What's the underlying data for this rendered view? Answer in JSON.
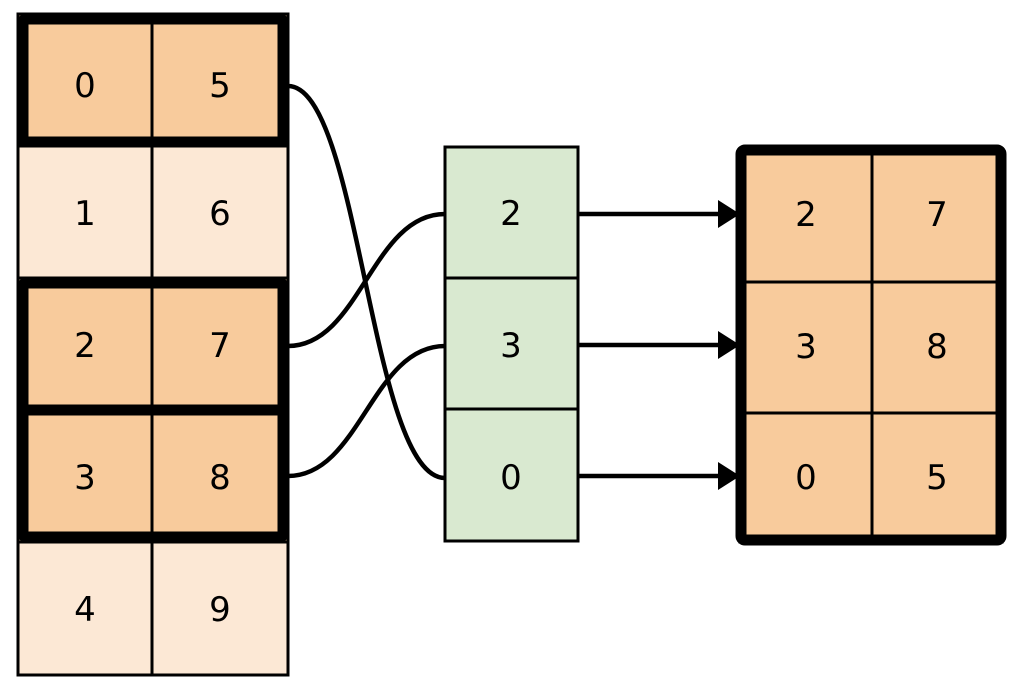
{
  "diagram": {
    "title": "gather-rows-by-index",
    "colors": {
      "highlight_fill": "#f8cb9c",
      "normal_fill": "#fce8d5",
      "index_fill": "#d9e9d0",
      "stroke": "#000000",
      "background": "#ffffff"
    },
    "source_table": {
      "name": "source-table",
      "rows": [
        {
          "index": 0,
          "cells": [
            "0",
            "5"
          ],
          "highlighted": true
        },
        {
          "index": 1,
          "cells": [
            "1",
            "6"
          ],
          "highlighted": false
        },
        {
          "index": 2,
          "cells": [
            "2",
            "7"
          ],
          "highlighted": true
        },
        {
          "index": 3,
          "cells": [
            "3",
            "8"
          ],
          "highlighted": true
        },
        {
          "index": 4,
          "cells": [
            "4",
            "9"
          ],
          "highlighted": false
        }
      ]
    },
    "index_column": {
      "name": "index-column",
      "values": [
        "2",
        "3",
        "0"
      ]
    },
    "result_table": {
      "name": "result-table",
      "rows": [
        {
          "cells": [
            "2",
            "7"
          ]
        },
        {
          "cells": [
            "3",
            "8"
          ]
        },
        {
          "cells": [
            "0",
            "5"
          ]
        }
      ]
    },
    "connections": [
      {
        "from_row": 0,
        "to_index_slot": 2
      },
      {
        "from_row": 2,
        "to_index_slot": 0
      },
      {
        "from_row": 3,
        "to_index_slot": 1
      }
    ],
    "arrows": [
      {
        "from_index_slot": 0,
        "to_result_row": 0
      },
      {
        "from_index_slot": 1,
        "to_result_row": 1
      },
      {
        "from_index_slot": 2,
        "to_result_row": 2
      }
    ]
  }
}
